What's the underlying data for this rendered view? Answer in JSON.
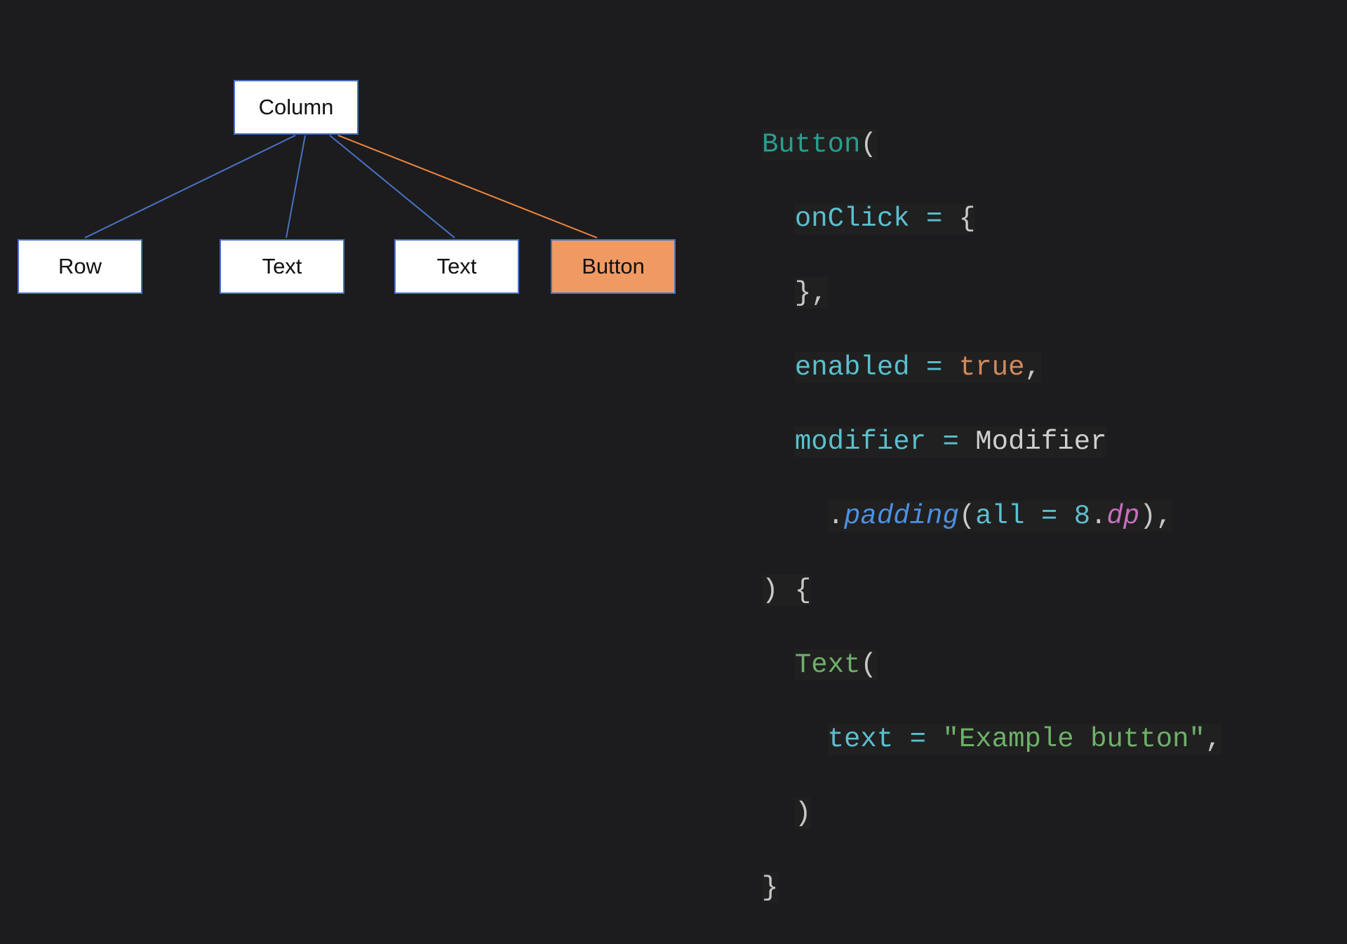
{
  "colors": {
    "background": "#1c1c1e",
    "node_fill": "#ffffff",
    "node_border": "#4a72c4",
    "edge": "#4a72c4",
    "highlight_fill": "#f09a63",
    "highlight_edge": "#f0883e"
  },
  "tree": {
    "root": {
      "label": "Column"
    },
    "children": [
      {
        "label": "Row",
        "highlighted": false
      },
      {
        "label": "Text",
        "highlighted": false
      },
      {
        "label": "Text",
        "highlighted": false
      },
      {
        "label": "Button",
        "highlighted": true
      }
    ]
  },
  "code": {
    "l1": {
      "fn": "Button",
      "p1": "("
    },
    "l2": {
      "prop": "onClick",
      "eq": " = ",
      "p1": "{"
    },
    "l3": {
      "p1": "},"
    },
    "l4": {
      "prop": "enabled",
      "eq": " = ",
      "kw": "true",
      "p1": ","
    },
    "l5": {
      "prop": "modifier",
      "eq": " = ",
      "cls": "Modifier"
    },
    "l6": {
      "dot": ".",
      "call": "padding",
      "p1": "(",
      "arg": "all",
      "eq": " = ",
      "num": "8",
      "dot2": ".",
      "ext": "dp",
      "p2": "),"
    },
    "l7": {
      "p1": ") {"
    },
    "l8": {
      "fn": "Text",
      "p1": "("
    },
    "l9": {
      "prop": "text",
      "eq": " = ",
      "str": "\"Example button\"",
      "p1": ","
    },
    "l10": {
      "p1": ")"
    },
    "l11": {
      "p1": "}"
    }
  }
}
